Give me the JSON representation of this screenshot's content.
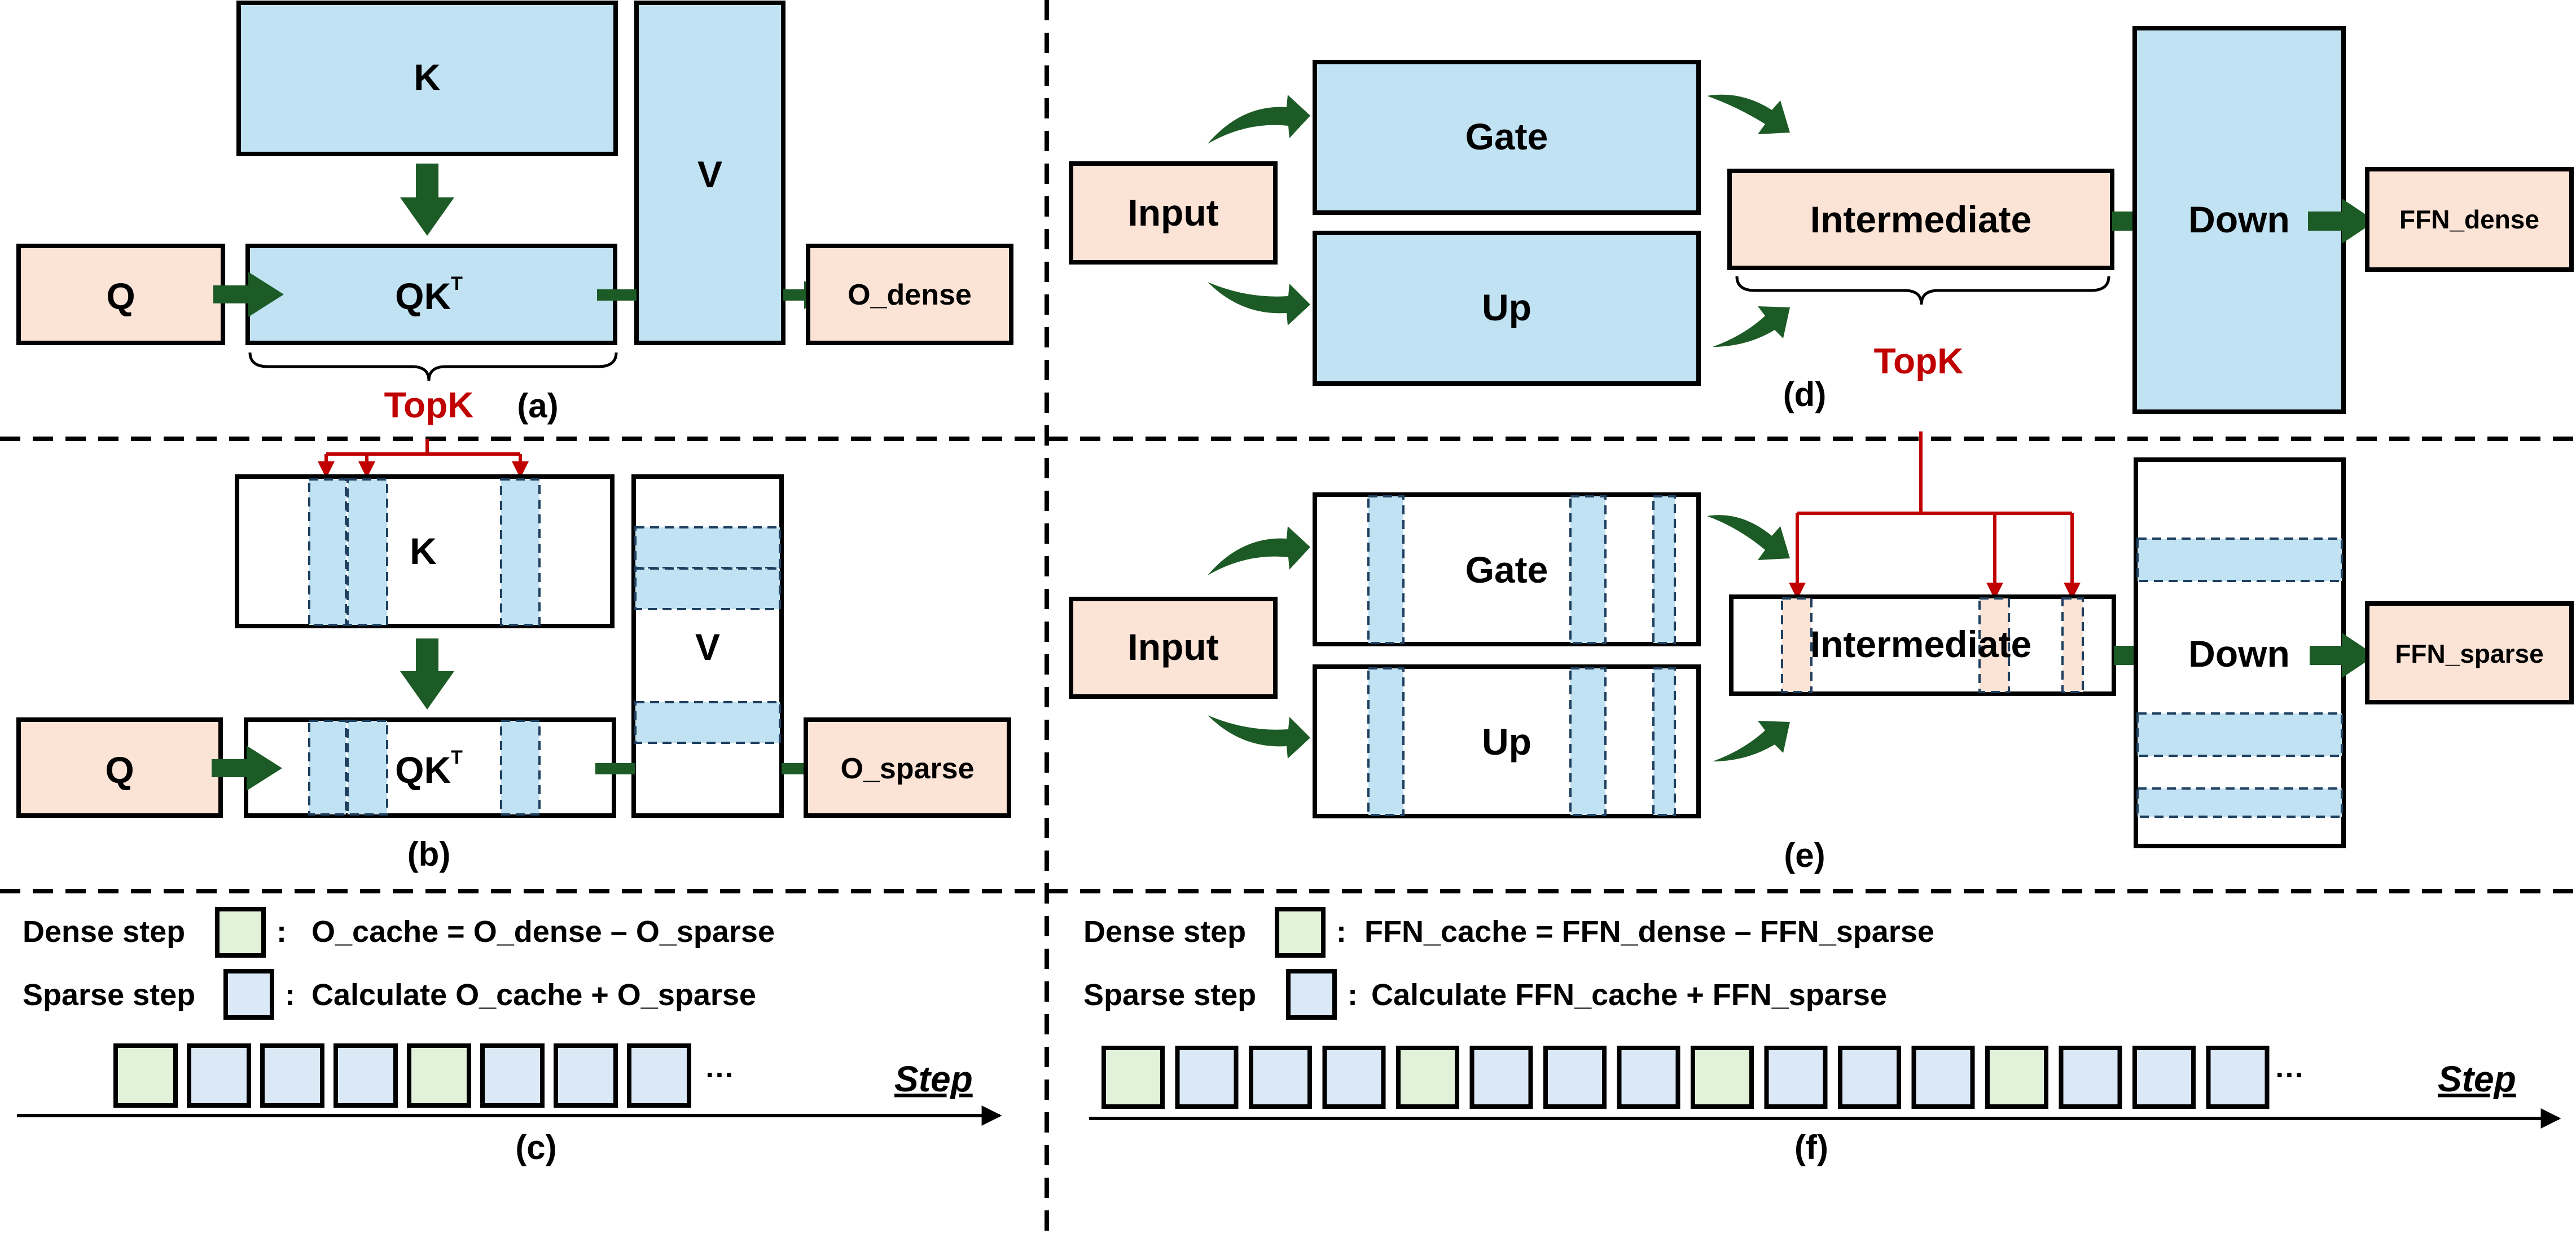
{
  "colors": {
    "dense_block": "#c0e2f2",
    "io_block": "#fbe3d6",
    "arrow": "#1d5b26",
    "topk": "#c00000",
    "dense_step": "#e2f1d9",
    "sparse_step": "#dbe8f5"
  },
  "panel_a": {
    "k": "K",
    "qk": "QK",
    "qk_sup": "T",
    "v": "V",
    "q": "Q",
    "out": "O_dense",
    "topk": "TopK",
    "label": "(a)"
  },
  "panel_b": {
    "k": "K",
    "qk": "QK",
    "qk_sup": "T",
    "v": "V",
    "q": "Q",
    "out": "O_sparse",
    "label": "(b)"
  },
  "panel_c": {
    "dense_label": "Dense step",
    "dense_eq": "O_cache = O_dense – O_sparse",
    "sparse_label": "Sparse step",
    "sparse_eq": "Calculate O_cache + O_sparse",
    "colon": ":",
    "steps": [
      "dense",
      "sparse",
      "sparse",
      "sparse",
      "dense",
      "sparse",
      "sparse",
      "sparse"
    ],
    "ellipsis": "…",
    "axis": "Step",
    "label": "(c)"
  },
  "panel_d": {
    "input": "Input",
    "gate": "Gate",
    "up": "Up",
    "intermediate": "Intermediate",
    "down": "Down",
    "out": "FFN_dense",
    "topk": "TopK",
    "label": "(d)"
  },
  "panel_e": {
    "input": "Input",
    "gate": "Gate",
    "up": "Up",
    "intermediate": "Intermediate",
    "down": "Down",
    "out": "FFN_sparse",
    "label": "(e)"
  },
  "panel_f": {
    "dense_label": "Dense step",
    "dense_eq": "FFN_cache = FFN_dense – FFN_sparse",
    "sparse_label": "Sparse step",
    "sparse_eq": "Calculate FFN_cache + FFN_sparse",
    "colon": ":",
    "steps": [
      "dense",
      "sparse",
      "sparse",
      "sparse",
      "dense",
      "sparse",
      "sparse",
      "sparse",
      "dense",
      "sparse",
      "sparse",
      "sparse",
      "dense",
      "sparse",
      "sparse",
      "sparse"
    ],
    "ellipsis": "…",
    "axis": "Step",
    "label": "(f)"
  }
}
